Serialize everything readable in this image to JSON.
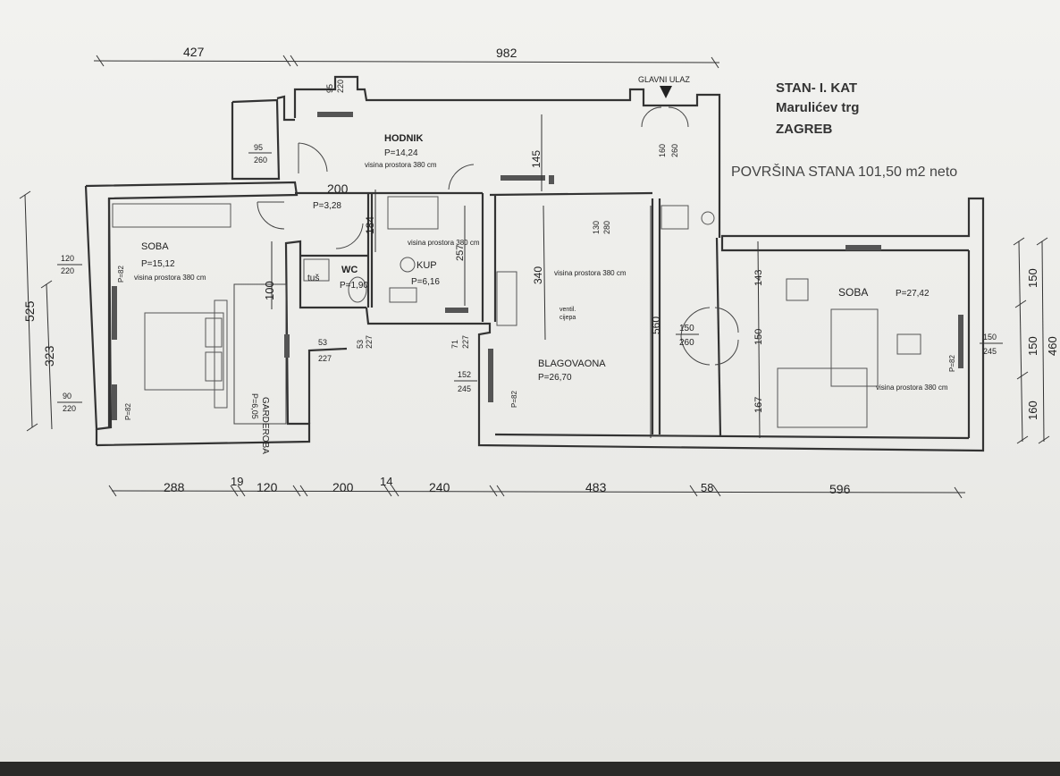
{
  "title_block": {
    "line1": "STAN- I. KAT",
    "line2": "Marulićev trg",
    "line3": "ZAGREB",
    "area_note": "POVRŠINA STANA 101,50 m2 neto"
  },
  "entrance_label": "GLAVNI ULAZ",
  "rooms": [
    {
      "name": "HODNIK",
      "area": "P=14,24",
      "note": "visina prostora 380 cm"
    },
    {
      "name": "SOBA",
      "area": "P=15,12",
      "note": "visina prostora 380 cm"
    },
    {
      "name": "WC",
      "area": "P=1,90",
      "note": ""
    },
    {
      "name": "KUP",
      "area": "P=6,16",
      "note": "visina prostora 380 cm"
    },
    {
      "name": "BLAGOVAONA",
      "area": "P=26,70",
      "note": "visina prostora 380 cm"
    },
    {
      "name": "SOBA",
      "area": "P=27,42",
      "note": "visina prostora 380 cm"
    },
    {
      "name": "GARDEROBA",
      "area": "P=6,05",
      "note": ""
    }
  ],
  "small_labels": {
    "hall_area": "P=3,28",
    "shower": "tuš",
    "vent": "ventil.",
    "duct": "cijepa",
    "p82": "P=82"
  },
  "dims_top": [
    "427",
    "982"
  ],
  "dims_bottom": [
    "288",
    "19",
    "120",
    "200",
    "14",
    "240",
    "483",
    "58",
    "596"
  ],
  "dims_left": [
    "525",
    "323"
  ],
  "dims_right": [
    "150",
    "150",
    "160",
    "460"
  ],
  "dims_inner": {
    "d_200": "200",
    "d_184": "184",
    "d_100": "100",
    "d_145": "145",
    "d_340": "340",
    "d_560": "560",
    "d_257": "257",
    "d_143": "143",
    "d_150": "150",
    "d_167": "167"
  },
  "openings": {
    "o1": [
      "95",
      "260"
    ],
    "o2": [
      "120",
      "220"
    ],
    "o3": [
      "90",
      "220"
    ],
    "o4": [
      "53",
      "227"
    ],
    "o5": [
      "53",
      "227"
    ],
    "o6": [
      "71",
      "227"
    ],
    "o7": [
      "152",
      "245"
    ],
    "o8": [
      "130",
      "280"
    ],
    "o9": [
      "150",
      "260"
    ],
    "o10": [
      "150",
      "245"
    ],
    "o11": [
      "160",
      "260"
    ],
    "o12": [
      "95",
      "220"
    ]
  }
}
